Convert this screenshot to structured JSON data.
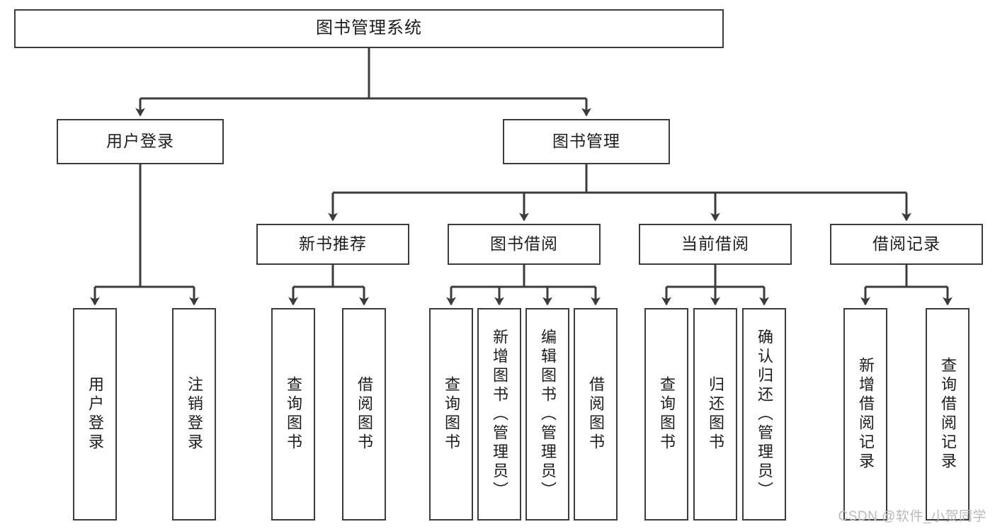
{
  "diagram": {
    "title": "图书管理系统",
    "root": {
      "label": "图书管理系统"
    },
    "level2": [
      {
        "label": "用户登录"
      },
      {
        "label": "图书管理"
      }
    ],
    "level3": [
      {
        "label": "新书推荐"
      },
      {
        "label": "图书借阅"
      },
      {
        "label": "当前借阅"
      },
      {
        "label": "借阅记录"
      }
    ],
    "leaves": {
      "user_login": [
        {
          "label": "用户登录"
        },
        {
          "label": "注销登录"
        }
      ],
      "new_book_recommend": [
        {
          "label": "查询图书"
        },
        {
          "label": "借阅图书"
        }
      ],
      "book_borrow": [
        {
          "label": "查询图书"
        },
        {
          "label": "新增图书（管理员）"
        },
        {
          "label": "编辑图书（管理员）"
        },
        {
          "label": "借阅图书"
        }
      ],
      "current_borrow": [
        {
          "label": "查询图书"
        },
        {
          "label": "归还图书"
        },
        {
          "label": "确认归还（管理员）"
        }
      ],
      "borrow_record": [
        {
          "label": "新增借阅记录"
        },
        {
          "label": "查询借阅记录"
        }
      ]
    }
  },
  "watermark": {
    "text": "CSDN @软件_小贺同学"
  },
  "colors": {
    "border": "#3b3b3b",
    "text": "#1d1d1d",
    "background": "#ffffff",
    "watermark": "#b9b9b9"
  }
}
